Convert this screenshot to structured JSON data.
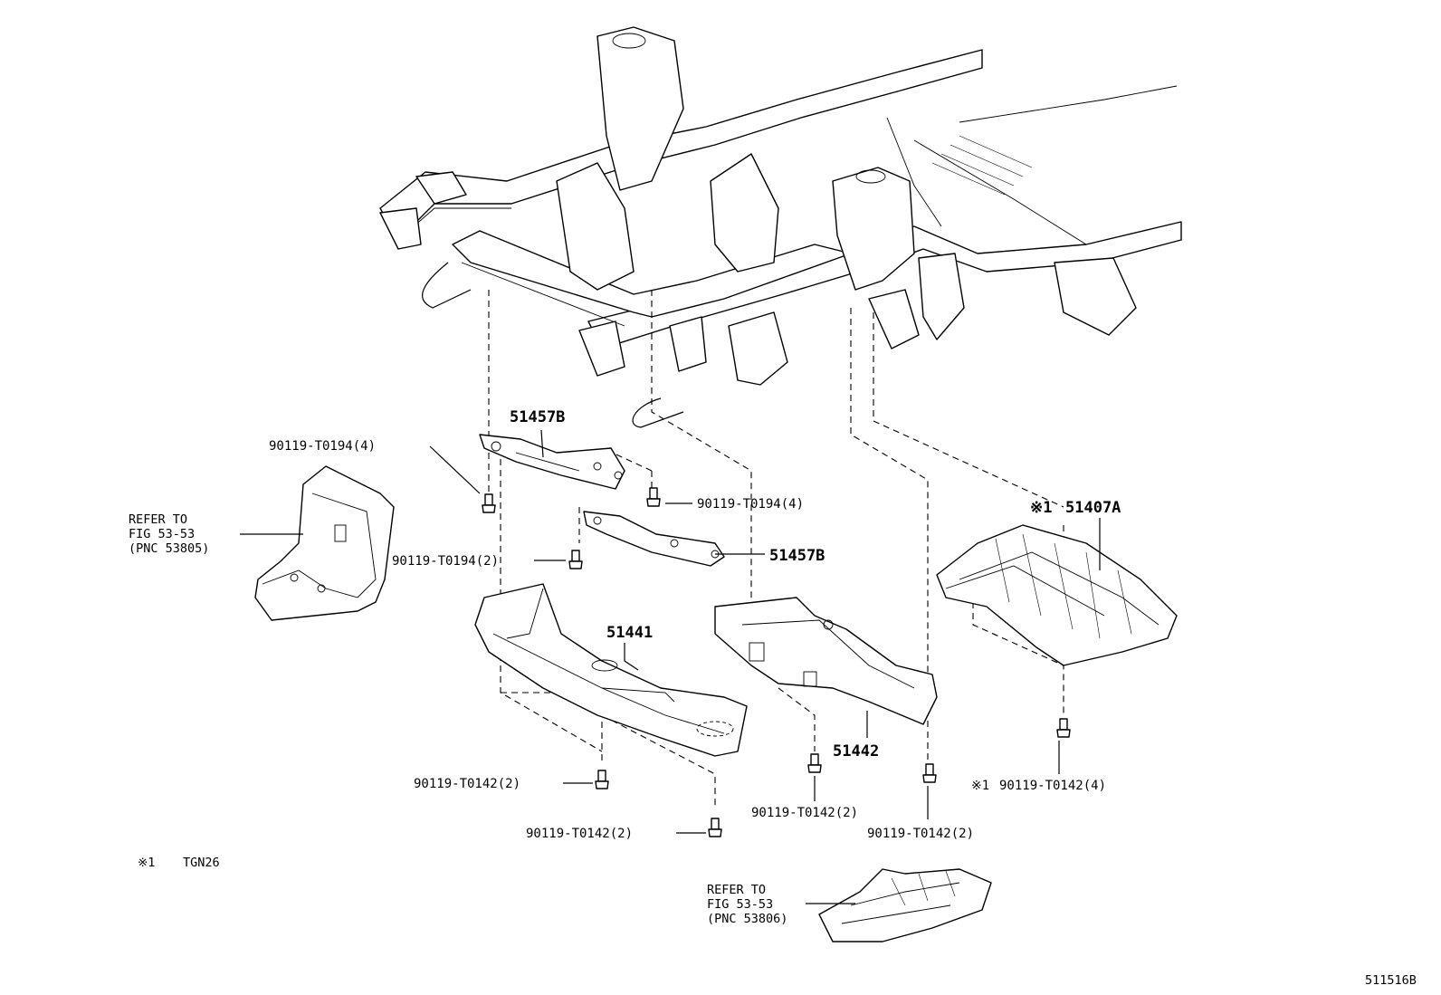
{
  "diagram": {
    "parts": {
      "p51457B_top": "51457B",
      "p51457B_mid": "51457B",
      "p51441": "51441",
      "p51442": "51442",
      "p51407A": "51407A",
      "p51407A_mark": "※1"
    },
    "fasteners": {
      "f_t0194_4_left": "90119-T0194(4)",
      "f_t0194_4_right": "90119-T0194(4)",
      "f_t0194_2": "90119-T0194(2)",
      "f_t0142_2_a": "90119-T0142(2)",
      "f_t0142_2_b": "90119-T0142(2)",
      "f_t0142_2_c": "90119-T0142(2)",
      "f_t0142_2_d": "90119-T0142(2)",
      "f_t0142_4": "90119-T0142(4)",
      "f_t0142_4_mark": "※1"
    },
    "refs": {
      "left": {
        "line1": "REFER TO",
        "line2": "FIG 53-53",
        "line3": "(PNC 53805)"
      },
      "bottom": {
        "line1": "REFER TO",
        "line2": "FIG 53-53",
        "line3": "(PNC 53806)"
      }
    },
    "footnote": {
      "mark": "※1",
      "text": "TGN26"
    },
    "drawing_number": "511516B"
  }
}
